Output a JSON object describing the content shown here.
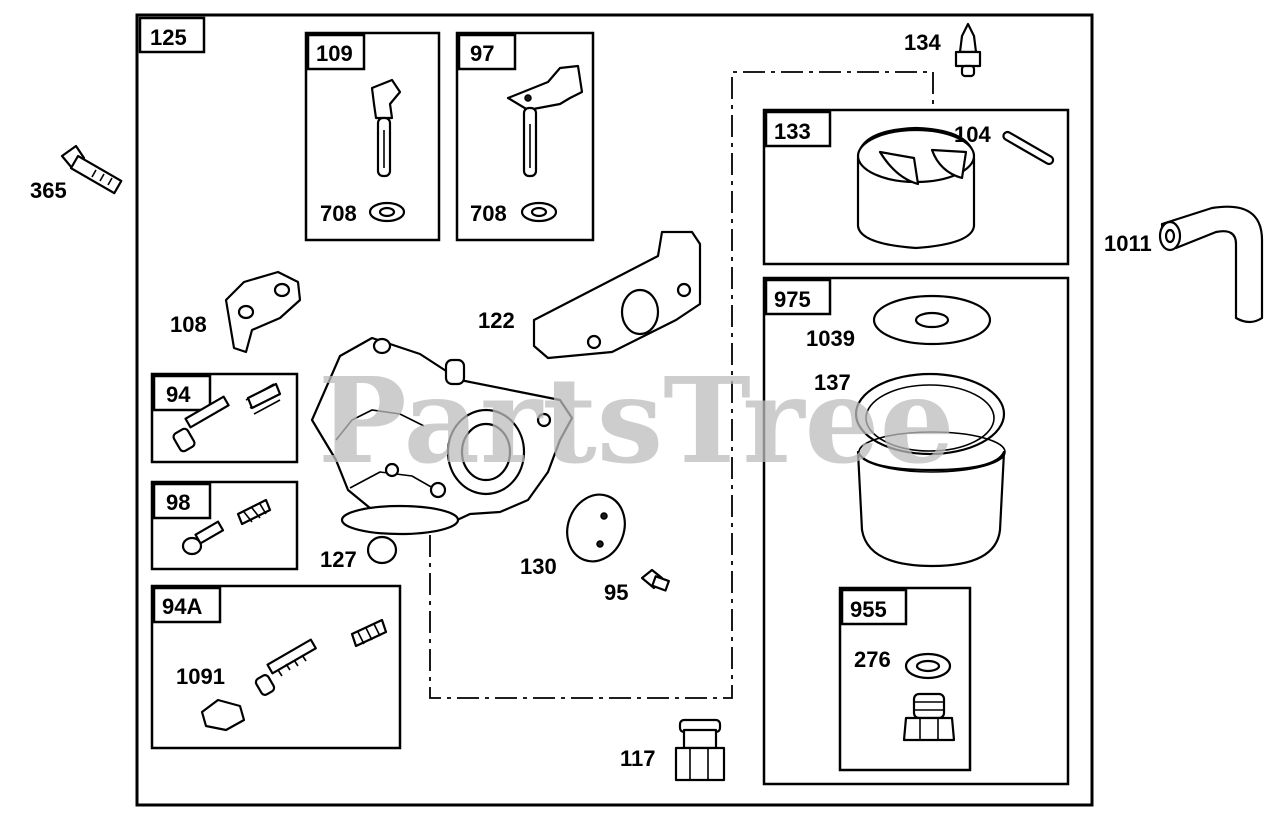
{
  "watermark": "PartsTree",
  "callouts": {
    "main_assembly": "125",
    "group_109": "109",
    "group_97": "97",
    "group_133": "133",
    "group_975": "975",
    "group_94": "94",
    "group_98": "98",
    "group_94a": "94A",
    "group_955": "955",
    "bolt": "365",
    "needle_valve": "134",
    "pin": "104",
    "fuel_line": "1011",
    "washer_109": "708",
    "washer_97": "708",
    "plate": "108",
    "gasket": "122",
    "diaphragm": "1039",
    "o_ring": "137",
    "plug": "127",
    "valve_disc": "130",
    "screw": "95",
    "idle_screw": "1091",
    "seal_ring": "276",
    "nut": "117"
  }
}
